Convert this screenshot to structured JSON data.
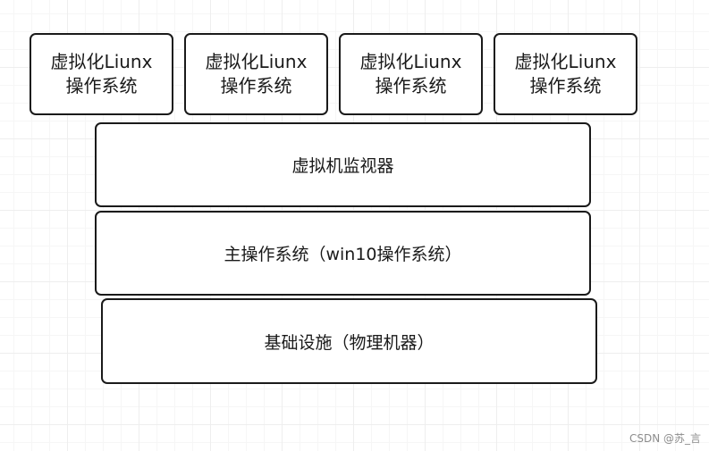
{
  "virtual_machines": [
    {
      "line1": "虚拟化Liunx",
      "line2": "操作系统"
    },
    {
      "line1": "虚拟化Liunx",
      "line2": "操作系统"
    },
    {
      "line1": "虚拟化Liunx",
      "line2": "操作系统"
    },
    {
      "line1": "虚拟化Liunx",
      "line2": "操作系统"
    }
  ],
  "layers": {
    "hypervisor": "虚拟机监视器",
    "host_os": "主操作系统（win10操作系统）",
    "infrastructure": "基础设施（物理机器）"
  },
  "watermark": "CSDN @苏_言"
}
